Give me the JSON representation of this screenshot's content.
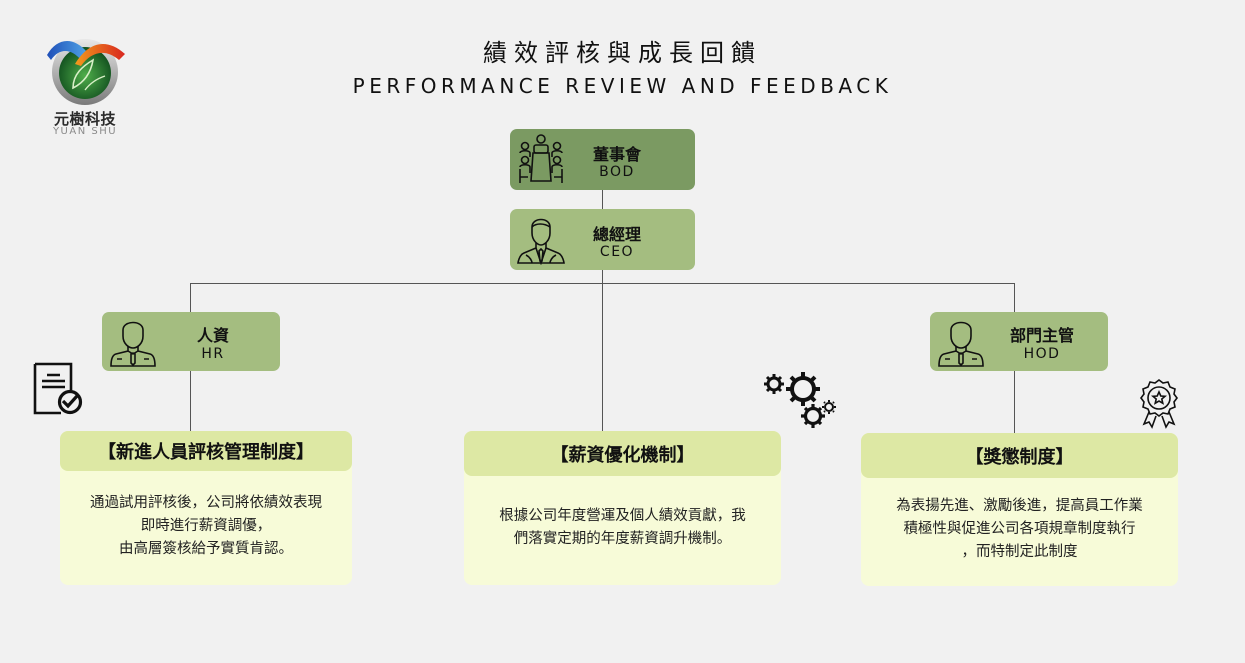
{
  "logo": {
    "name_cn": "元樹科技",
    "name_en": "YUAN SHU"
  },
  "title": {
    "cn": "績效評核與成長回饋",
    "en": "PERFORMANCE REVIEW AND FEEDBACK"
  },
  "org": {
    "bod": {
      "cn": "董事會",
      "en": "BOD",
      "icon": "boardroom-meeting-icon"
    },
    "ceo": {
      "cn": "總經理",
      "en": "CEO",
      "icon": "businessman-icon"
    },
    "hr": {
      "cn": "人資",
      "en": "HR",
      "icon": "employee-icon"
    },
    "hod": {
      "cn": "部門主管",
      "en": "HOD",
      "icon": "employee-icon"
    }
  },
  "colors": {
    "background": "#f1f1f1",
    "bod_box": "#7b9a62",
    "role_box": "#a4bd80",
    "card_header": "#dde8a4",
    "card_body": "#f7fbd8"
  },
  "cards": [
    {
      "title": "【新進人員評核管理制度】",
      "icon": "document-check-icon",
      "lines": [
        "通過試用評核後，公司將依績效表現",
        "即時進行薪資調優，",
        "由高層簽核給予實質肯認。"
      ]
    },
    {
      "title": "【薪資優化機制】",
      "icon": "gears-icon",
      "lines": [
        "根據公司年度營運及個人績效貢獻，我",
        "們落實定期的年度薪資調升機制。"
      ]
    },
    {
      "title": "【獎懲制度】",
      "icon": "award-badge-icon",
      "lines": [
        "為表揚先進、激勵後進，提高員工作業",
        "積極性與促進公司各項規章制度執行",
        "，而特制定此制度"
      ]
    }
  ]
}
